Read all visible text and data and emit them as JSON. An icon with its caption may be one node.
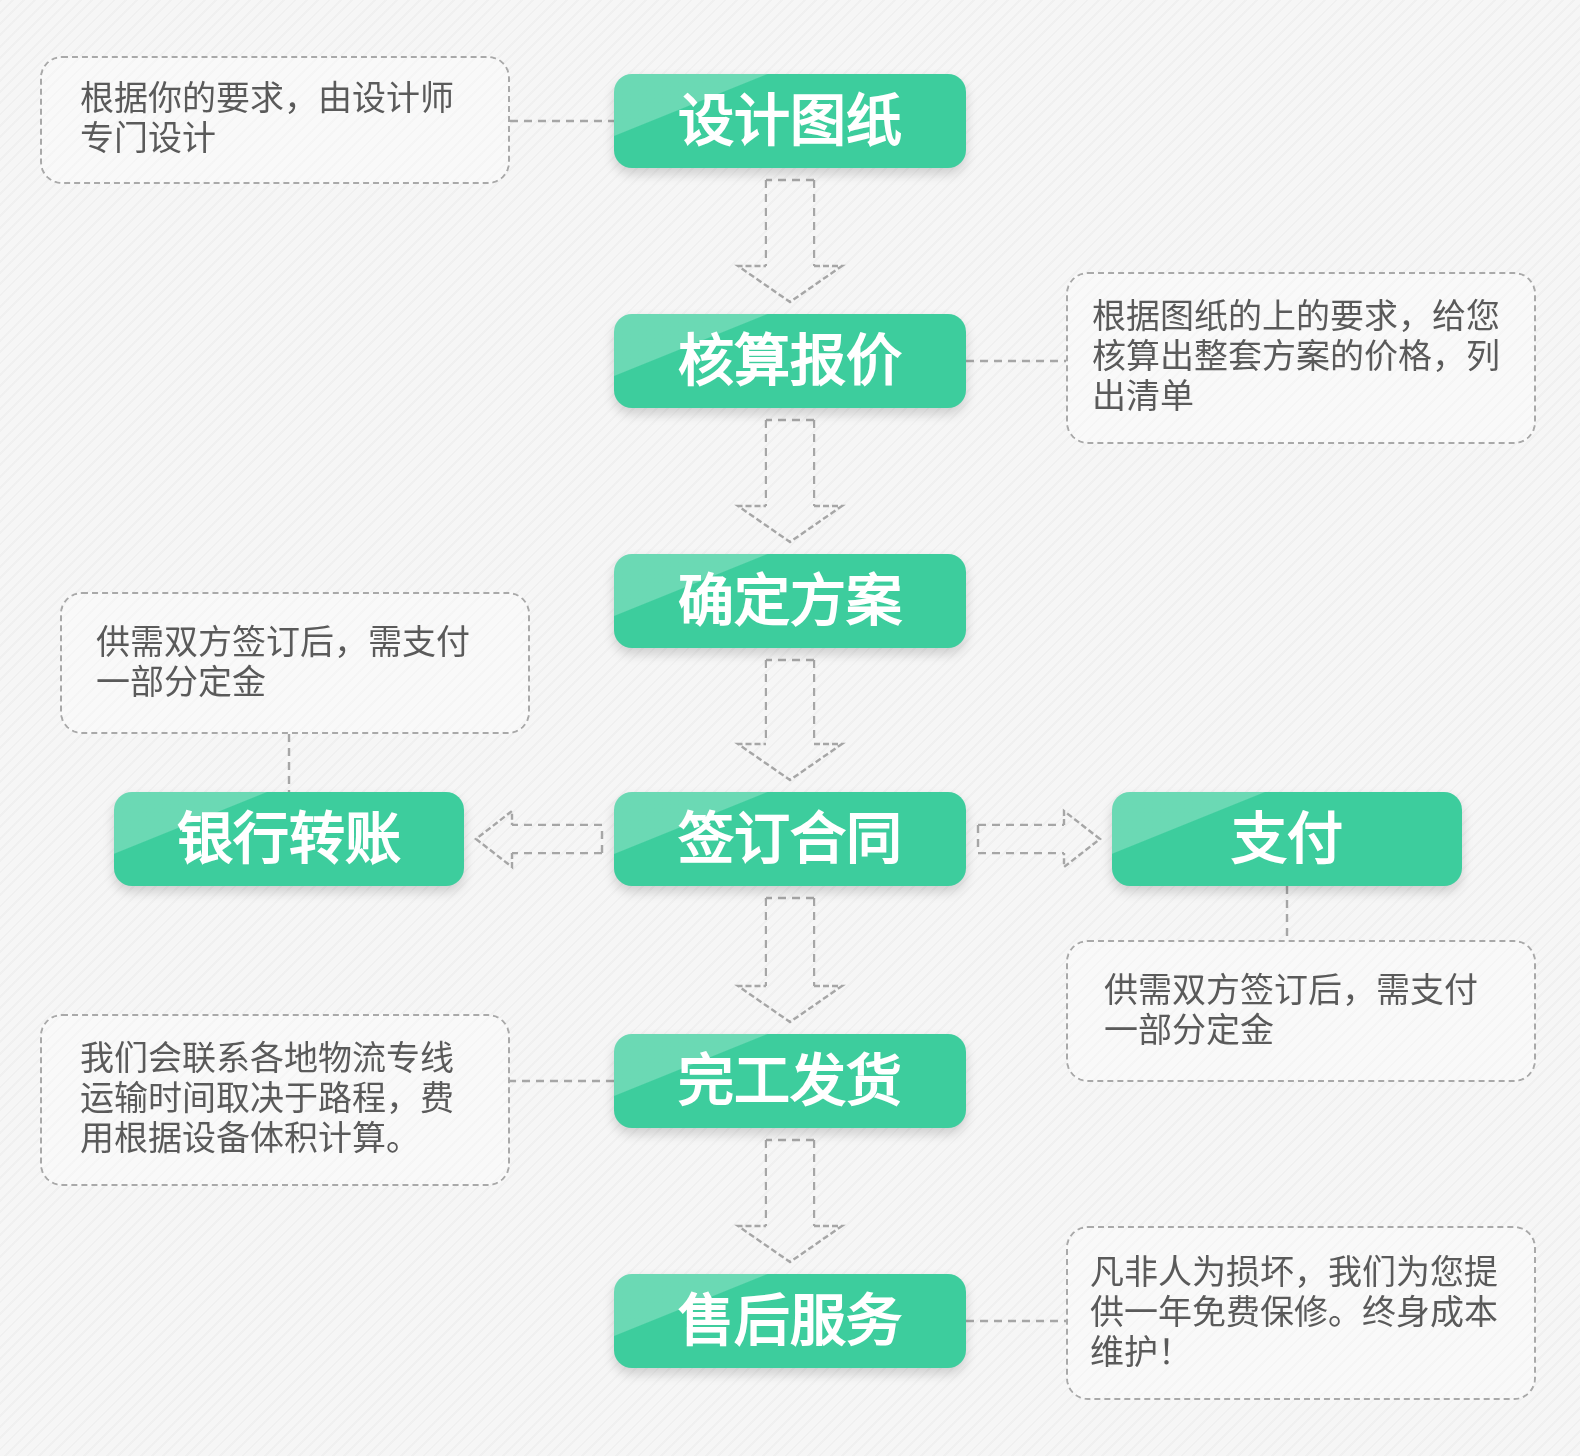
{
  "diagram": {
    "nodes": [
      {
        "text": [
          "根据你的要求，由设计师专门设计"
        ]
      },
      {
        "text": [
          "设计图纸"
        ]
      },
      {
        "text": [
          "根据图纸的上的要求，给您核算出整套方案的价格，列出清单"
        ]
      },
      {
        "text": [
          "核算报价"
        ]
      },
      {
        "text": [
          "确定方案"
        ]
      },
      {
        "text": [
          "供需双方签订后，需支付一部分定金"
        ]
      },
      {
        "text": [
          "银行转账"
        ]
      },
      {
        "text": [
          "签订合同"
        ]
      },
      {
        "text": [
          "支付"
        ]
      },
      {
        "text": [
          "供需双方签订后，需支付一部分定金"
        ]
      },
      {
        "text": [
          "我们会联系各地物流专线运输时间取决于路程，费用根据设备体积计算。"
        ]
      },
      {
        "text": [
          "完工发货"
        ]
      },
      {
        "text": [
          "售后服务"
        ]
      },
      {
        "text": [
          "凡非人为损坏，我们为您提供一年免费保修。终身成本维护！"
        ]
      }
    ],
    "edges": [
      {
        "from": 0,
        "to": 1,
        "arrow": "none",
        "style": "dashed"
      },
      {
        "from": 1,
        "to": 3,
        "arrow": "to",
        "style": "dashed"
      },
      {
        "from": 3,
        "to": 2,
        "arrow": "none",
        "style": "dashed"
      },
      {
        "from": 3,
        "to": 4,
        "arrow": "to",
        "style": "dashed"
      },
      {
        "from": 4,
        "to": 7,
        "arrow": "to",
        "style": "dashed"
      },
      {
        "from": 5,
        "to": 6,
        "arrow": "none",
        "style": "dashed"
      },
      {
        "from": 7,
        "to": 6,
        "arrow": "to",
        "style": "dashed"
      },
      {
        "from": 7,
        "to": 8,
        "arrow": "to",
        "style": "dashed"
      },
      {
        "from": 8,
        "to": 9,
        "arrow": "none",
        "style": "dashed"
      },
      {
        "from": 7,
        "to": 11,
        "arrow": "to",
        "style": "dashed"
      },
      {
        "from": 11,
        "to": 10,
        "arrow": "none",
        "style": "dashed"
      },
      {
        "from": 11,
        "to": 12,
        "arrow": "to",
        "style": "dashed"
      },
      {
        "from": 12,
        "to": 13,
        "arrow": "none",
        "style": "dashed"
      }
    ]
  }
}
